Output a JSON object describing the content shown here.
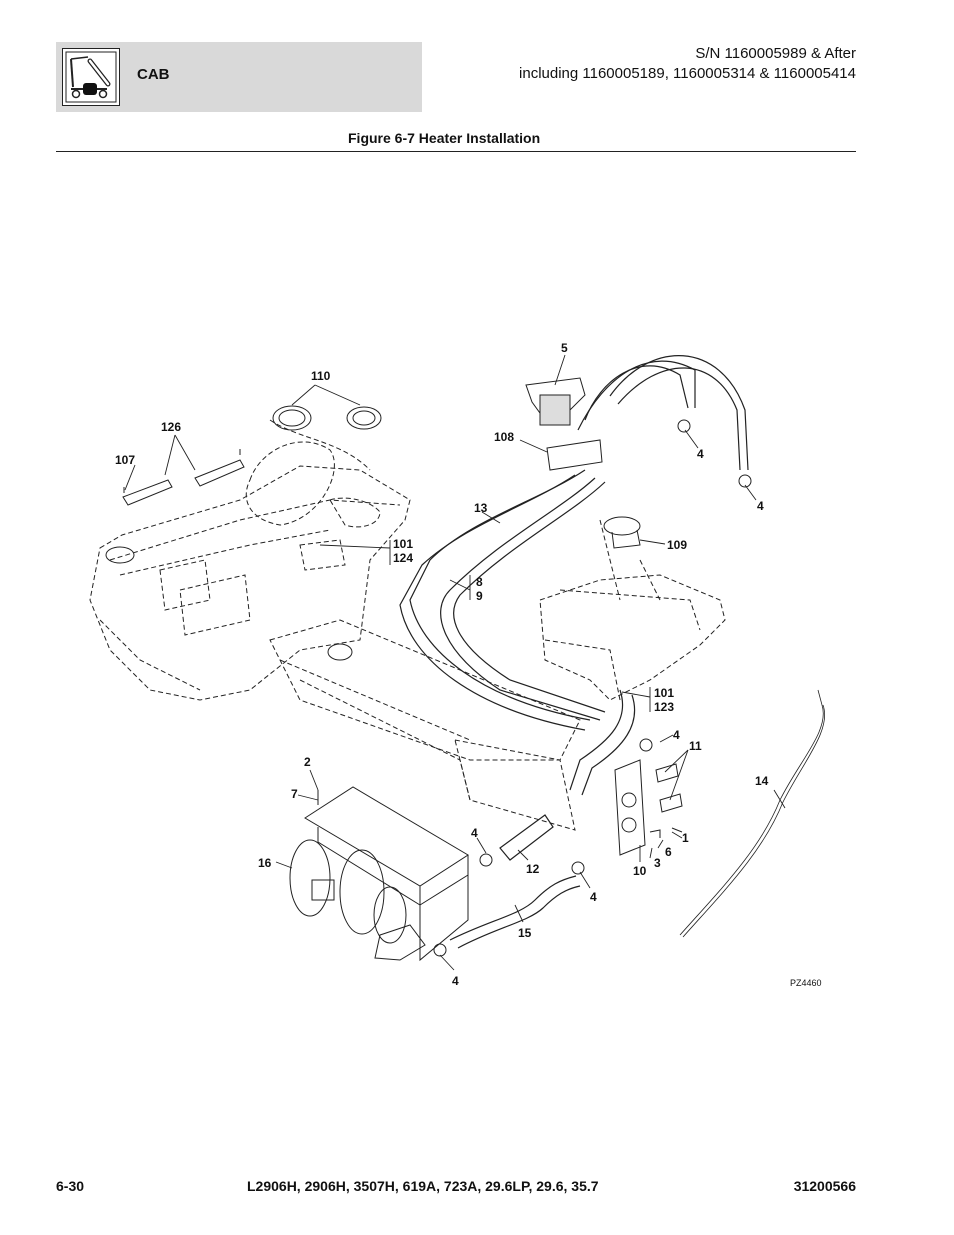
{
  "header": {
    "section": "CAB",
    "serial_line1": "S/N 1160005989 & After",
    "serial_line2": "including 1160005189, 1160005314 & 1160005414",
    "logo_icon": "boom-lift-icon"
  },
  "figure": {
    "title": "Figure 6-7 Heater Installation",
    "drawing_code": "PZ4460",
    "callouts": {
      "c5": "5",
      "c110": "110",
      "c126": "126",
      "c107": "107",
      "c108": "108",
      "c4a": "4",
      "c4b": "4",
      "c13": "13",
      "c109": "109",
      "c101a": "101",
      "c124": "124",
      "c8": "8",
      "c9": "9",
      "c101b": "101",
      "c123": "123",
      "c4c": "4",
      "c11": "11",
      "c2": "2",
      "c7": "7",
      "c14": "14",
      "c4d": "4",
      "c1": "1",
      "c6": "6",
      "c3": "3",
      "c10": "10",
      "c16": "16",
      "c12": "12",
      "c4e": "4",
      "c15": "15",
      "c4f": "4"
    }
  },
  "footer": {
    "page": "6-30",
    "models": "L2906H, 2906H, 3507H, 619A, 723A, 29.6LP, 29.6, 35.7",
    "doc_number": "31200566"
  }
}
